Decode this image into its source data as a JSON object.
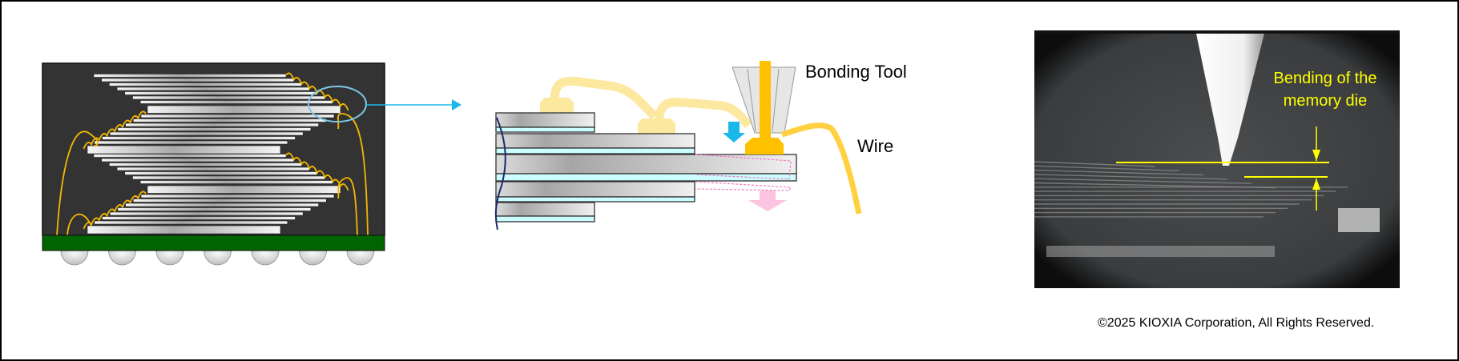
{
  "labels": {
    "bonding_tool": "Bonding Tool",
    "wire": "Wire",
    "bending_line1": "Bending of the",
    "bending_line2": "memory die",
    "copyright": "©2025 KIOXIA Corporation, All Rights Reserved."
  },
  "colors": {
    "package_mold": "#333333",
    "substrate": "#006400",
    "bond_wire": "#f5b800",
    "highlight": "#1ab7ea",
    "annotation": "#ffff00",
    "die_bend": "#f078c0"
  }
}
